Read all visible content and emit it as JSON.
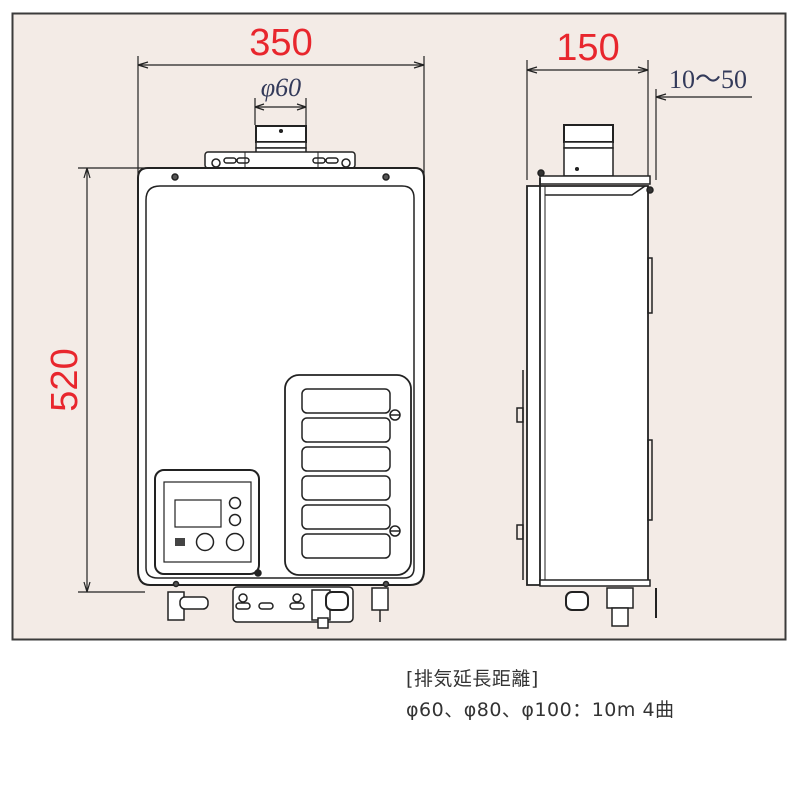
{
  "diagram": {
    "colors": {
      "frame_background": "#f3ebe6",
      "frame_border": "#3b3b3b",
      "dimension_primary": "#e8262d",
      "dimension_secondary": "#333a5a",
      "line": "#222222",
      "unit_fill": "#ffffff"
    },
    "front_view": {
      "width_label": "350",
      "height_label": "520",
      "flue_diameter_label": "φ60"
    },
    "side_view": {
      "depth_label": "150",
      "wall_clearance_label": "10～50"
    }
  },
  "caption": {
    "heading": "[排気延長距離]",
    "spec": "φ60、φ80、φ100：10m 4曲"
  }
}
